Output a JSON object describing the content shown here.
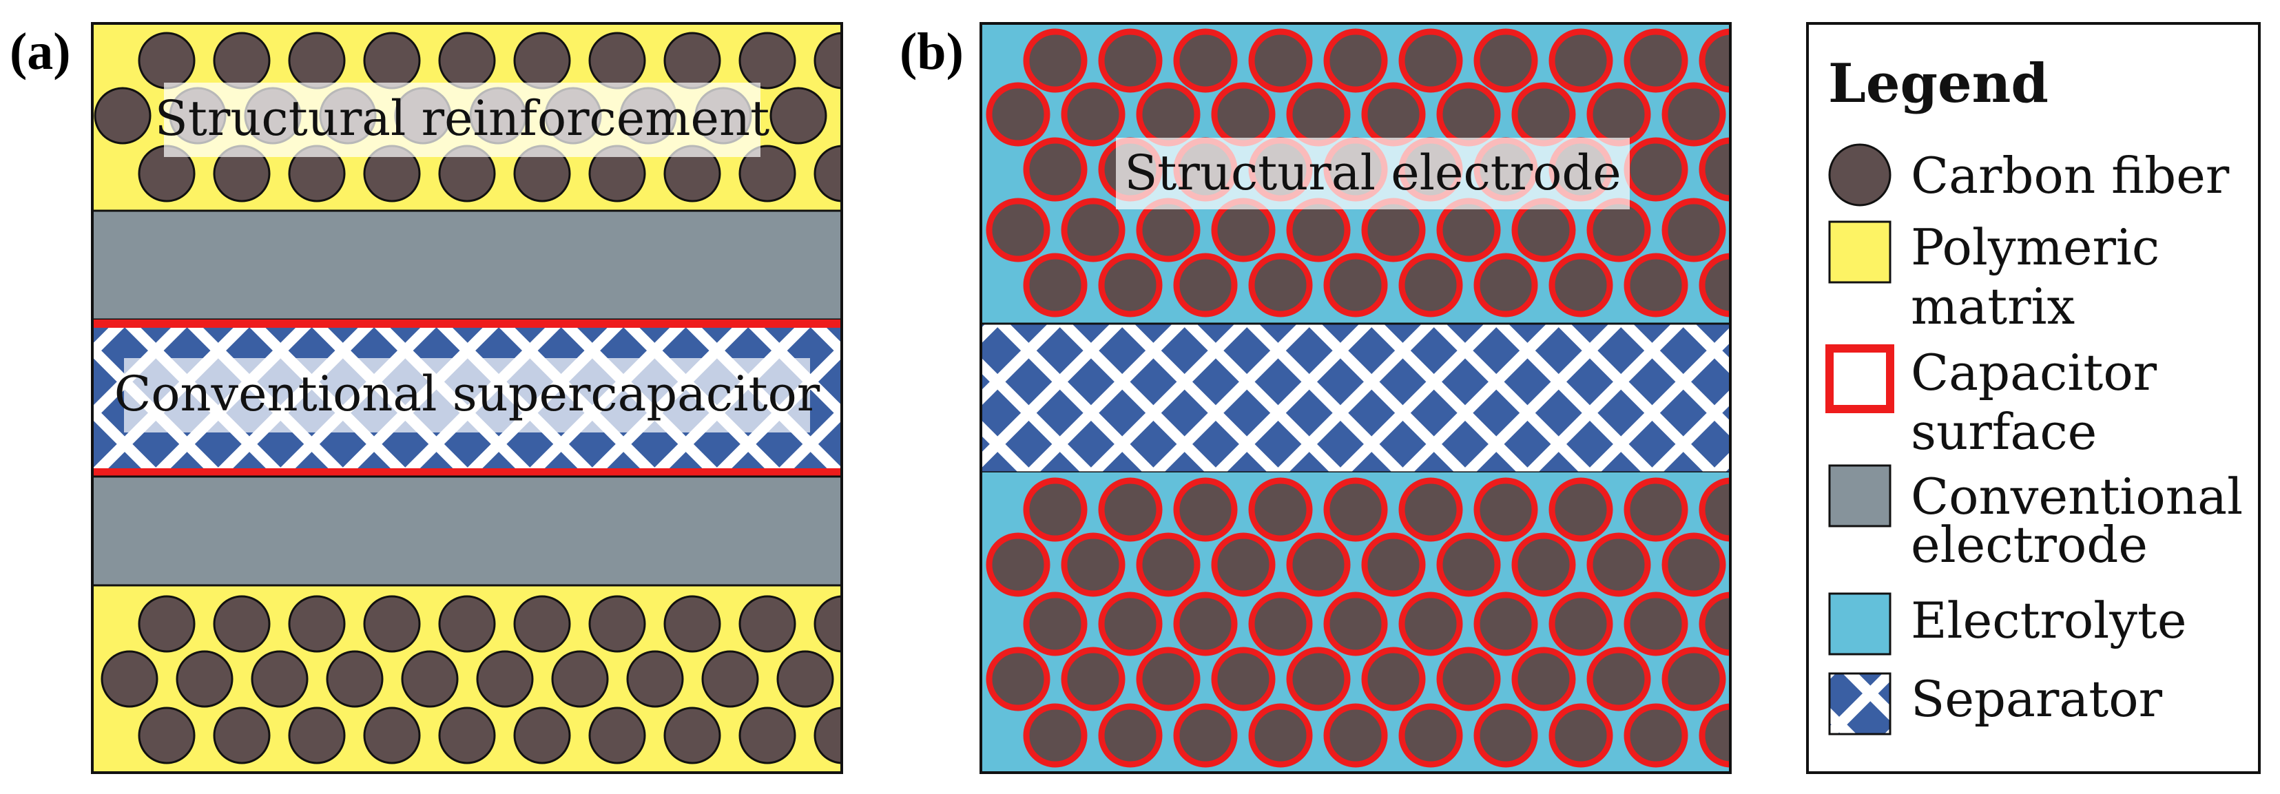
{
  "panels": {
    "a": {
      "label": "(a)",
      "reinforcement_label": "Structural reinforcement",
      "supercapacitor_label": "Conventional supercapacitor"
    },
    "b": {
      "label": "(b)",
      "electrode_label": "Structural electrode"
    }
  },
  "legend": {
    "title": "Legend",
    "items": [
      {
        "key": "carbon-fiber",
        "lines": [
          "Carbon fiber"
        ]
      },
      {
        "key": "polymeric-matrix",
        "lines": [
          "Polymeric",
          "matrix"
        ]
      },
      {
        "key": "capacitor-surface",
        "lines": [
          "Capacitor",
          "surface"
        ]
      },
      {
        "key": "conventional-electrode",
        "lines": [
          "Conventional",
          "electrode"
        ]
      },
      {
        "key": "electrolyte",
        "lines": [
          "Electrolyte"
        ]
      },
      {
        "key": "separator",
        "lines": [
          "Separator"
        ]
      }
    ]
  },
  "colors": {
    "carbon_fiber": "#5e4e4e",
    "polymeric_matrix": "#fdf364",
    "capacitor_surface": "#ee1c1c",
    "conventional_electrode": "#86939b",
    "electrolyte": "#63c0da",
    "separator_blue": "#3a5fa3",
    "separator_white": "#ffffff",
    "outline": "#111111"
  }
}
